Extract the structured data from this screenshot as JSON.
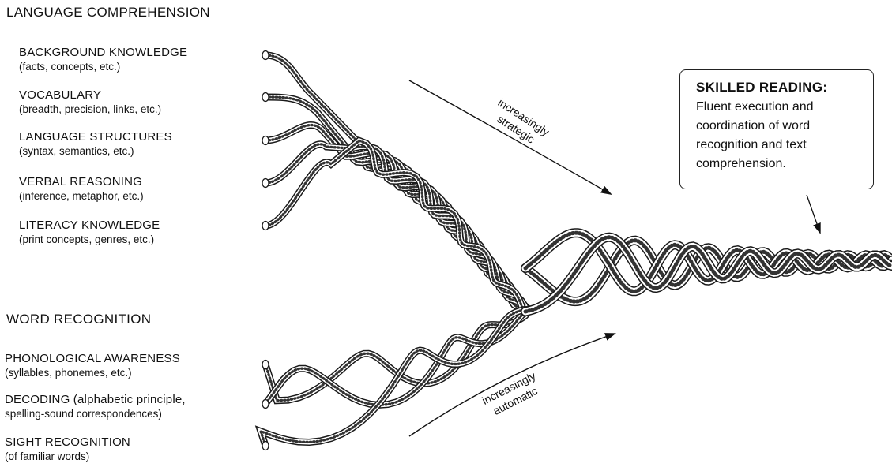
{
  "language_comprehension": {
    "heading": "LANGUAGE COMPREHENSION",
    "strands": [
      {
        "title": "BACKGROUND KNOWLEDGE",
        "detail": "(facts, concepts, etc.)"
      },
      {
        "title": "VOCABULARY",
        "detail": "(breadth, precision, links, etc.)"
      },
      {
        "title": "LANGUAGE STRUCTURES",
        "detail": "(syntax, semantics, etc.)"
      },
      {
        "title": "VERBAL REASONING",
        "detail": "(inference, metaphor, etc.)"
      },
      {
        "title": "LITERACY KNOWLEDGE",
        "detail": "(print concepts, genres, etc.)"
      }
    ]
  },
  "word_recognition": {
    "heading": "WORD RECOGNITION",
    "strands": [
      {
        "title": "PHONOLOGICAL AWARENESS",
        "detail": "(syllables, phonemes, etc.)"
      },
      {
        "title": "DECODING (alphabetic principle,",
        "detail": "spelling-sound correspondences)"
      },
      {
        "title": "SIGHT RECOGNITION",
        "detail": "(of familiar words)"
      }
    ]
  },
  "arrows": {
    "upper": {
      "line1": "increasingly",
      "line2": "strategic"
    },
    "lower": {
      "line1": "increasingly",
      "line2": "automatic"
    }
  },
  "skilled_reading": {
    "title": "SKILLED READING:",
    "text": "Fluent execution and coordination of word recognition and text comprehension."
  }
}
